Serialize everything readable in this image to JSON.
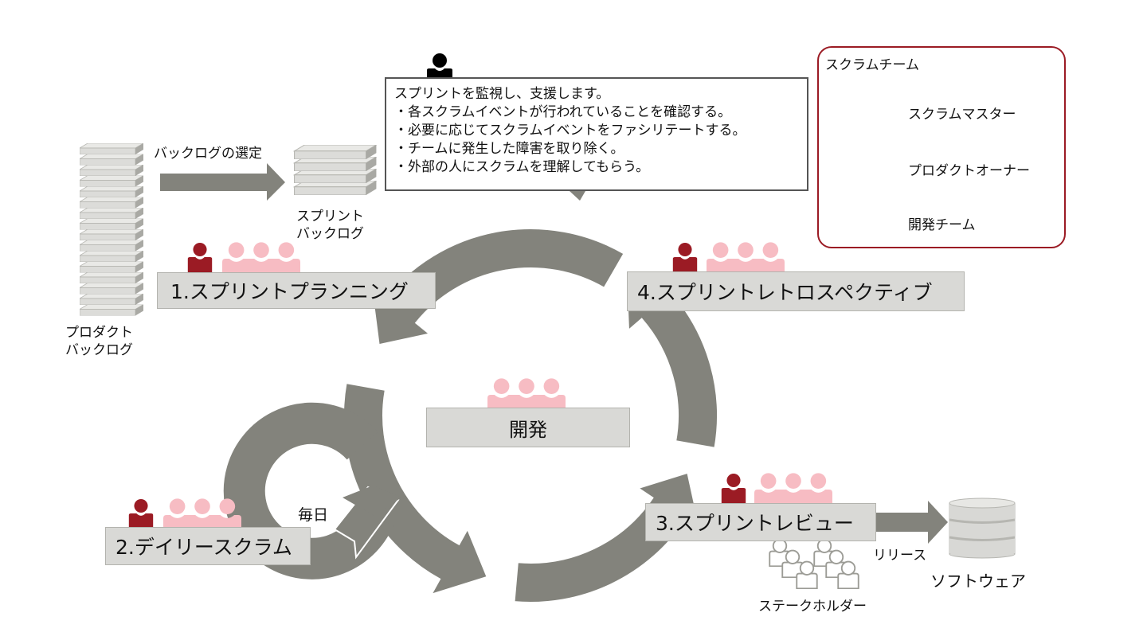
{
  "colors": {
    "arrow_gray": "#83837c",
    "box_gray": "#d9d9d6",
    "scrum_master": "#000000",
    "product_owner": "#9b1b24",
    "dev_team": "#f7bcc3",
    "legend_border": "#9b1b24",
    "stakeholder_outline": "#9c9c96"
  },
  "artifacts": {
    "product_backlog": {
      "line1": "プロダクト",
      "line2": "バックログ",
      "icon": "stack-icon"
    },
    "backlog_selection": {
      "label": "バックログの選定",
      "icon": "arrow-right-icon"
    },
    "sprint_backlog": {
      "line1": "スプリント",
      "line2": "バックログ",
      "icon": "stack-icon"
    },
    "software": {
      "label": "ソフトウェア",
      "icon": "database-icon"
    },
    "release": {
      "label": "リリース",
      "icon": "arrow-right-icon"
    },
    "stakeholders": {
      "label": "ステークホルダー",
      "icon": "people-group-icon"
    }
  },
  "scrum_master_callout": {
    "icon": "scrum-master-icon",
    "lines": [
      "スプリントを監視し、支援します。",
      "・各スクラムイベントが行われていることを確認する。",
      "・必要に応じてスクラムイベントをファシリテートする。",
      "・チームに発生した障害を取り除く。",
      "・外部の人にスクラムを理解してもらう。"
    ]
  },
  "legend": {
    "title": "スクラムチーム",
    "items": [
      {
        "label": "スクラムマスター",
        "icon": "scrum-master-icon"
      },
      {
        "label": "プロダクトオーナー",
        "icon": "product-owner-icon"
      },
      {
        "label": "開発チーム",
        "icon": "dev-team-icon"
      }
    ]
  },
  "phases": [
    {
      "label": "1.スプリントプランニング",
      "participants": [
        "product-owner",
        "dev-team"
      ]
    },
    {
      "label": "2.デイリースクラム",
      "participants": [
        "product-owner",
        "dev-team"
      ]
    },
    {
      "label": "3.スプリントレビュー",
      "participants": [
        "product-owner",
        "dev-team"
      ]
    },
    {
      "label": "4.スプリントレトロスペクティブ",
      "participants": [
        "product-owner",
        "dev-team"
      ]
    }
  ],
  "center": {
    "label": "開発",
    "participants": [
      "dev-team"
    ]
  },
  "daily_loop": {
    "label": "毎日"
  }
}
